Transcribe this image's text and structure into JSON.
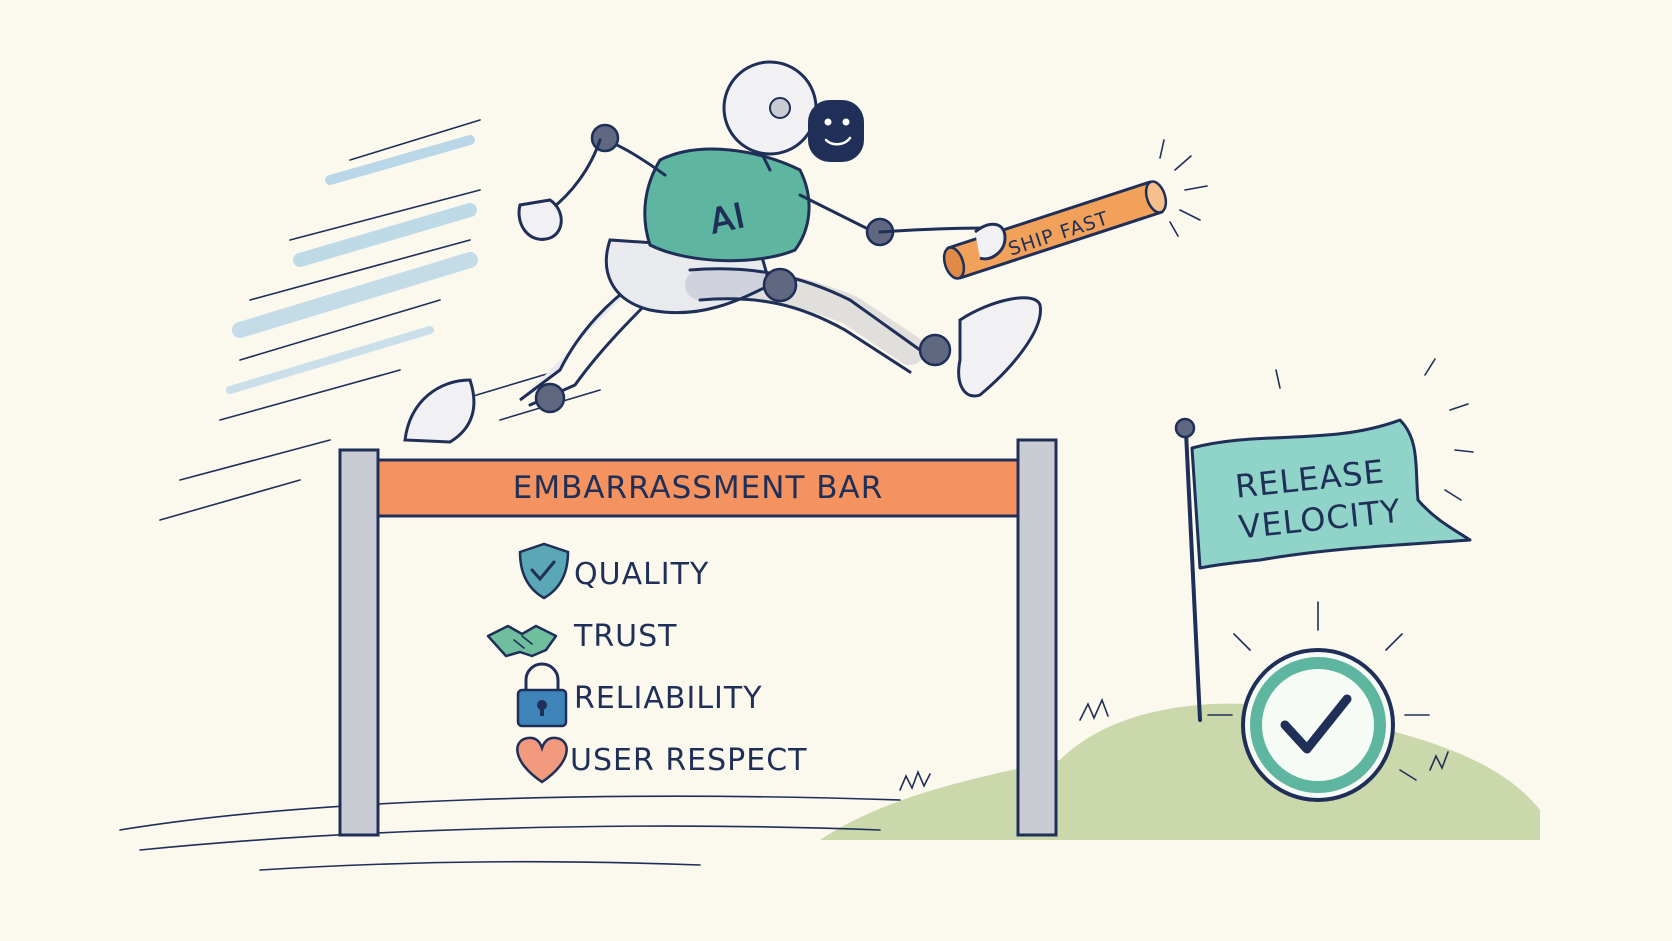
{
  "colors": {
    "background": "#fbf8ee",
    "ink": "#1f2f57",
    "bar_orange": "#f4935f",
    "flag_teal": "#8fd3c9",
    "vest_teal": "#5fb6a0",
    "grass_green": "#8fb25a",
    "speed_blue": "#8fc2e3",
    "heart": "#f29a7e",
    "lock_blue": "#3f84b8",
    "shield_teal": "#5aa7b6"
  },
  "robot": {
    "vest_text": "AI",
    "baton_text": "SHIP FAST",
    "icon": "robot-icon"
  },
  "hurdle": {
    "bar_text": "EMBARRASSMENT BAR",
    "items": [
      {
        "icon": "shield-check-icon",
        "label": "QUALITY"
      },
      {
        "icon": "handshake-icon",
        "label": "TRUST"
      },
      {
        "icon": "padlock-icon",
        "label": "RELIABILITY"
      },
      {
        "icon": "heart-icon",
        "label": "USER RESPECT"
      }
    ]
  },
  "flag": {
    "line1": "RELEASE",
    "line2": "VELOCITY",
    "icon": "flag-icon"
  },
  "badge": {
    "icon": "checkmark-circle-icon"
  }
}
